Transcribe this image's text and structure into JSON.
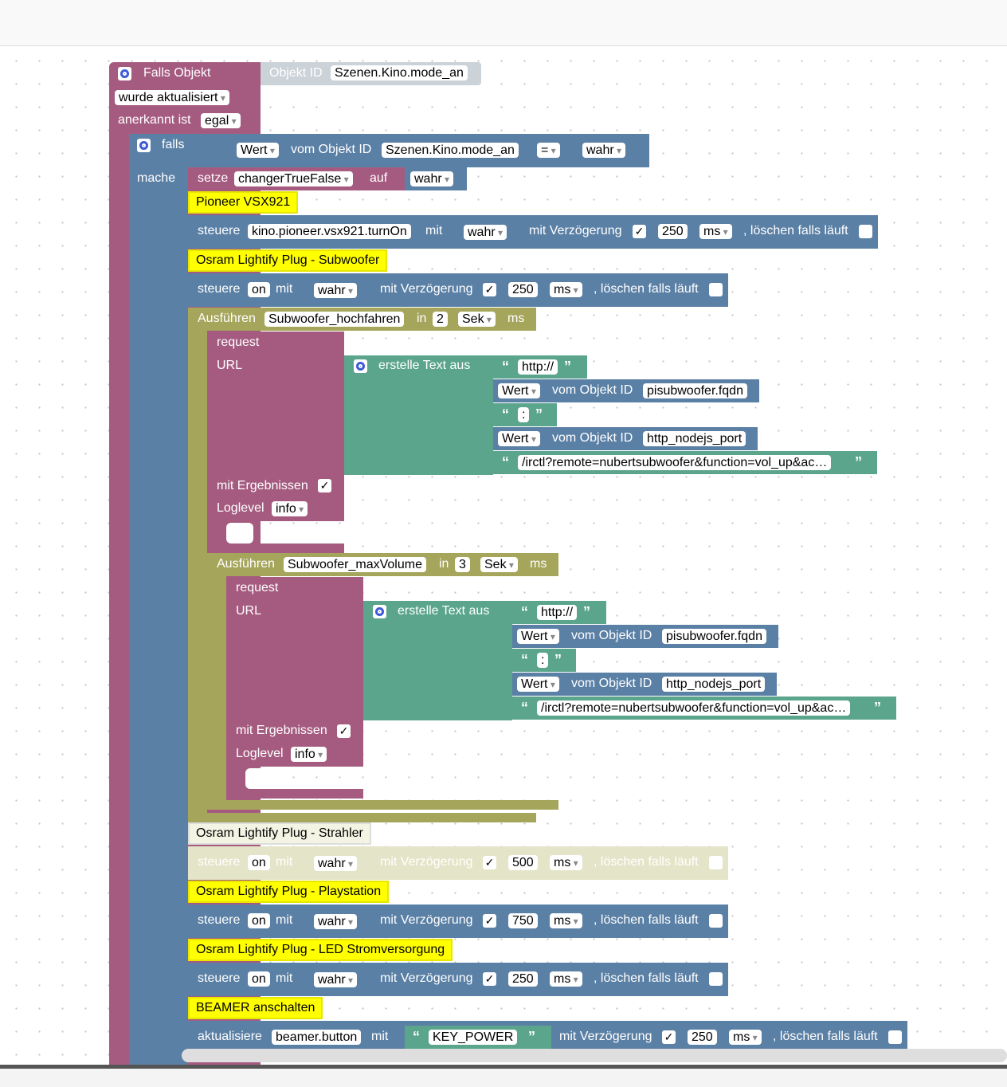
{
  "trigger": {
    "title": "Falls Objekt",
    "object_id_label": "Objekt ID",
    "object_id": "Szenen.Kino.mode_an",
    "event": "wurde aktualisiert",
    "ack_label": "anerkannt ist",
    "ack_value": "egal"
  },
  "if_block": {
    "falls": "falls",
    "mache": "mache",
    "cond_wert": "Wert",
    "cond_vom": "vom Objekt ID",
    "cond_object": "Szenen.Kino.mode_an",
    "cond_op": "=",
    "cond_value": "wahr"
  },
  "set_var": {
    "setze": "setze",
    "var": "changerTrueFalse",
    "auf": "auf",
    "value": "wahr"
  },
  "comments": [
    "Pioneer VSX921",
    "Osram Lightify Plug - Subwoofer",
    "Osram Lightify Plug - Strahler",
    "Osram Lightify Plug - Playstation",
    "Osram Lightify Plug - LED Stromversorgung",
    "BEAMER anschalten"
  ],
  "control": {
    "steuere": "steuere",
    "mit": "mit",
    "delay": "mit Verzögerung",
    "check": "✓",
    "ms": "ms",
    "clear": ", löschen falls läuft",
    "wahr": "wahr"
  },
  "controls": [
    {
      "target": "kino.pioneer.vsx921.turnOn",
      "delay": "250"
    },
    {
      "target": "on",
      "delay": "250"
    },
    {
      "target": "on",
      "delay": "500"
    },
    {
      "target": "on",
      "delay": "750"
    },
    {
      "target": "on",
      "delay": "250"
    }
  ],
  "timeouts": [
    {
      "ausfuehren": "Ausführen",
      "name": "Subwoofer_hochfahren",
      "in": "in",
      "value": "2",
      "unit": "Sek",
      "ms": "ms"
    },
    {
      "ausfuehren": "Ausführen",
      "name": "Subwoofer_maxVolume",
      "in": "in",
      "value": "3",
      "unit": "Sek",
      "ms": "ms"
    }
  ],
  "request": {
    "request": "request",
    "url": "URL",
    "ergebnissen": "mit Ergebnissen",
    "loglevel": "Loglevel",
    "loglevel_value": "info",
    "create_text": "erstelle Text aus",
    "text_http": "http://",
    "wert": "Wert",
    "vom": "vom Objekt ID",
    "obj_fqdn": "pisubwoofer.fqdn",
    "text_colon": ":",
    "obj_port": "http_nodejs_port",
    "text_path": "/irctl?remote=nubertsubwoofer&function=vol_up&ac…"
  },
  "update": {
    "aktualisiere": "aktualisiere",
    "target": "beamer.button",
    "mit": "mit",
    "value": "KEY_POWER",
    "delay": "250"
  },
  "colors": {
    "event": "#a55b80",
    "logic": "#5b80a5",
    "text": "#5ba58c",
    "timeout": "#a5a55b",
    "comment": "#ffff00"
  }
}
